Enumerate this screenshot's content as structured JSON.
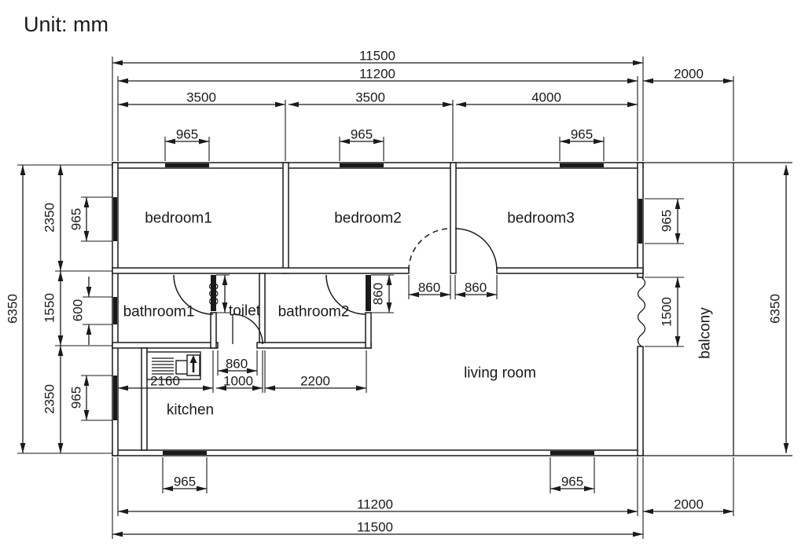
{
  "title": "Unit: mm",
  "rooms": {
    "bedroom1": "bedroom1",
    "bedroom2": "bedroom2",
    "bedroom3": "bedroom3",
    "bathroom1": "bathroom1",
    "toilet": "toilet",
    "bathroom2": "bathroom2",
    "living_room": "living room",
    "kitchen": "kitchen",
    "balcony": "balcony"
  },
  "dim_labels": {
    "d11500": "11500",
    "d11200": "11200",
    "d3500": "3500",
    "d4000": "4000",
    "d965": "965",
    "d2000": "2000",
    "d6350": "6350",
    "d2350": "2350",
    "d1550": "1550",
    "d600": "600",
    "d860": "860",
    "d1000": "1000",
    "d2160": "2160",
    "d2200": "2200",
    "d1500": "1500"
  },
  "colors": {
    "line": "#1a1a1a",
    "background": "#ffffff"
  }
}
